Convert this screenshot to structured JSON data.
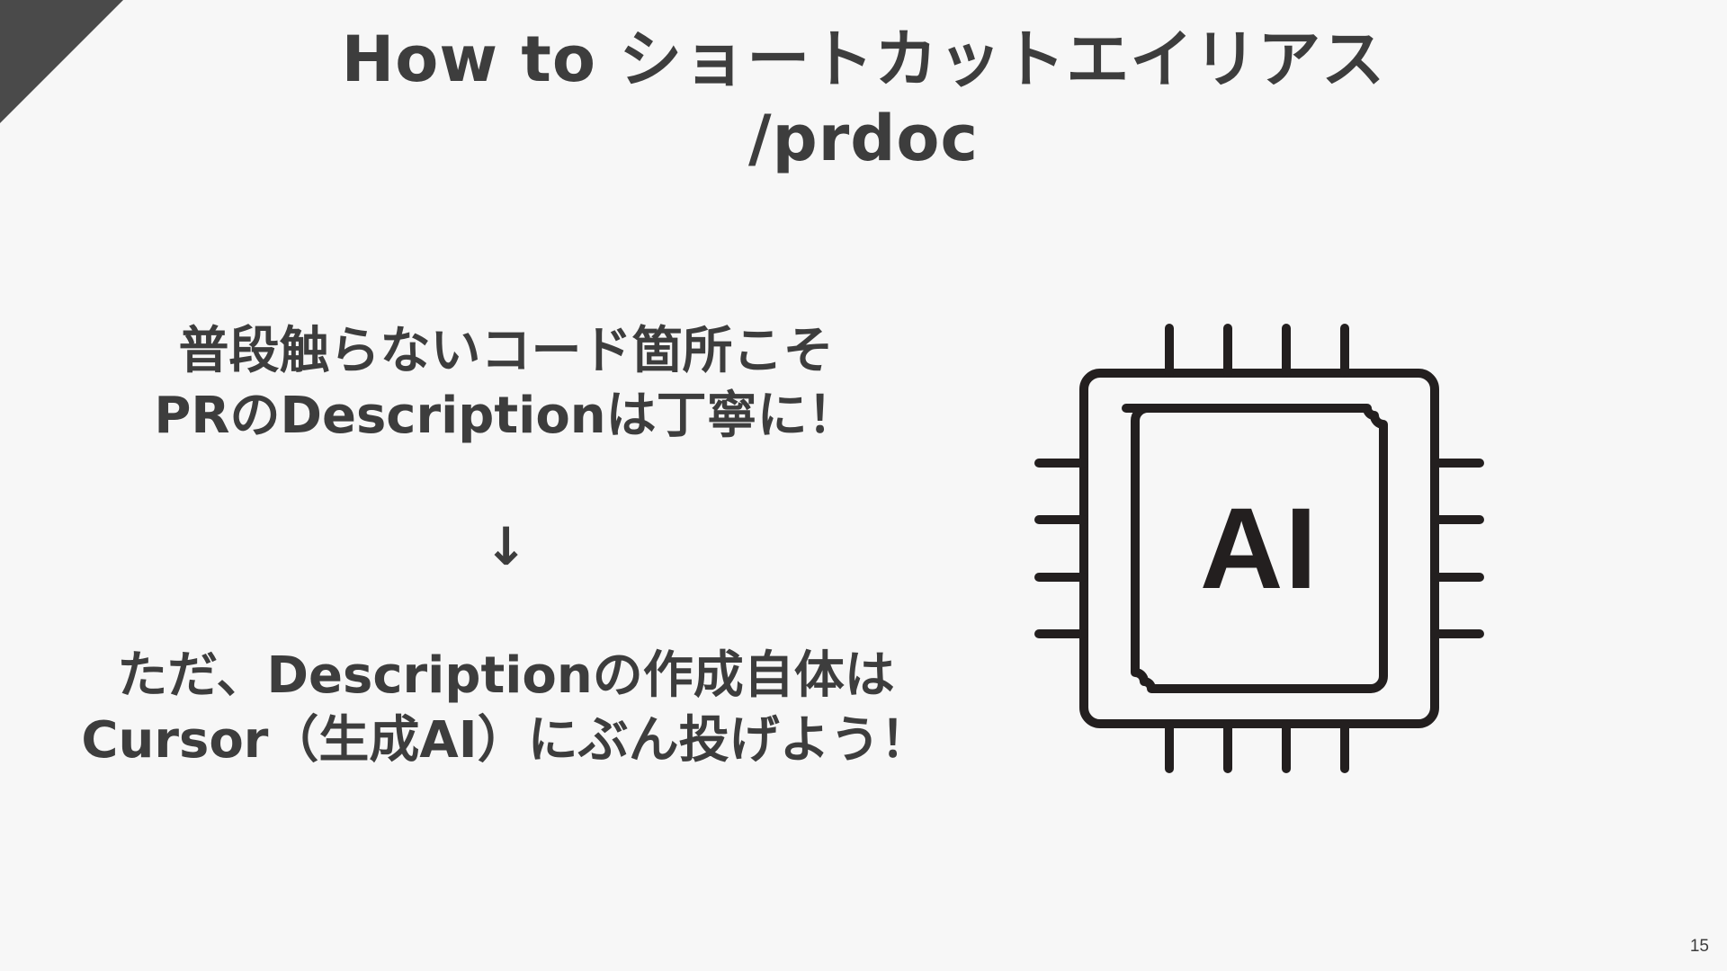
{
  "slide": {
    "title_line1": "How to ショートカットエイリアス",
    "title_line2": "/prdoc",
    "message_top_line1": "普段触らないコード箇所こそ",
    "message_top_line2": "PRのDescriptionは丁寧に！",
    "arrow": "↓",
    "message_bottom_line1": "ただ、Descriptionの作成自体は",
    "message_bottom_line2": "Cursor（生成AI）にぶん投げよう！",
    "chip_label": "AI",
    "page_number": "15"
  },
  "icons": {
    "corner": "corner-triangle-decoration",
    "chip": "ai-chip-icon"
  },
  "colors": {
    "background": "#f7f7f7",
    "text": "#3d3d3d",
    "corner": "#4a4a4a",
    "chip_stroke": "#231f1f"
  }
}
